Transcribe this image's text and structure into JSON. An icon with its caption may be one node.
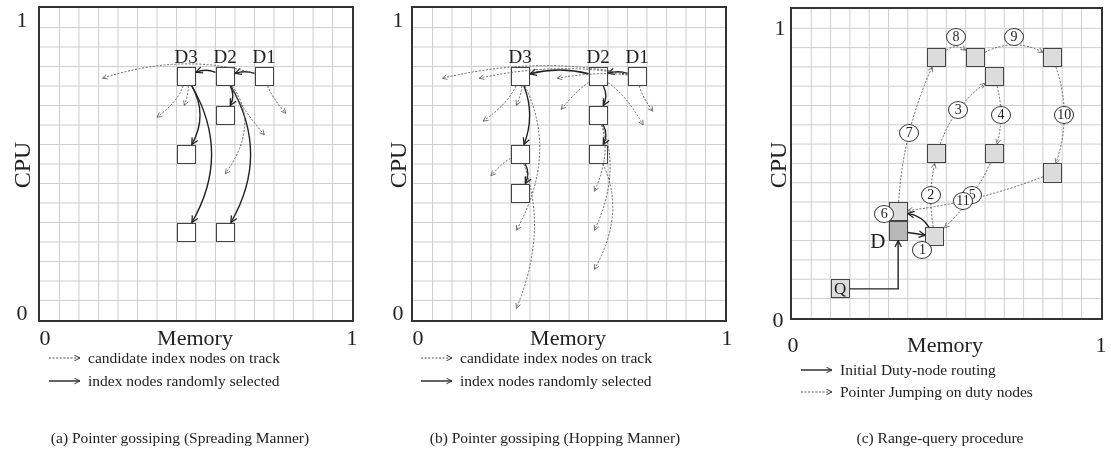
{
  "diagram": {
    "nodes": [
      {
        "text": [],
        "shape": "box"
      },
      {
        "text": [
          "D3"
        ],
        "in": 0
      },
      {
        "text": [
          "D2"
        ],
        "in": 0
      },
      {
        "text": [
          "D1"
        ],
        "in": 0
      },
      {
        "text": [],
        "shape": "box",
        "in": 0
      },
      {
        "text": [],
        "shape": "box",
        "in": 0
      },
      {
        "text": [],
        "shape": "box",
        "in": 0
      },
      {
        "text": [],
        "shape": "box",
        "in": 0
      },
      {
        "text": [],
        "shape": "box"
      },
      {
        "text": [
          "D3"
        ],
        "in": 8
      },
      {
        "text": [
          "D2"
        ],
        "in": 8
      },
      {
        "text": [
          "D1"
        ],
        "in": 8
      },
      {
        "text": [],
        "shape": "box",
        "in": 8
      },
      {
        "text": [],
        "shape": "box",
        "in": 8
      },
      {
        "text": [],
        "shape": "box",
        "in": 8
      },
      {
        "text": [],
        "shape": "box",
        "in": 8
      },
      {
        "text": [],
        "shape": "box"
      },
      {
        "text": [],
        "shape": "box",
        "in": 16
      },
      {
        "text": [],
        "shape": "box",
        "in": 16
      },
      {
        "text": [],
        "shape": "box",
        "in": 16
      },
      {
        "text": [],
        "shape": "box",
        "in": 16
      },
      {
        "text": [],
        "shape": "box",
        "in": 16
      },
      {
        "text": [],
        "shape": "box",
        "in": 16
      },
      {
        "text": [],
        "shape": "box",
        "in": 16
      },
      {
        "text": [],
        "shape": "box",
        "in": 16
      },
      {
        "text": [
          "D"
        ],
        "in": 16
      },
      {
        "text": [],
        "shape": "box",
        "in": 16
      },
      {
        "text": [
          "Q"
        ],
        "in": 16
      }
    ],
    "edges": [
      {
        "from": 3,
        "to": 2,
        "arrow": "to"
      },
      {
        "from": 2,
        "to": 1,
        "arrow": "to"
      },
      {
        "from": 1,
        "to": 5,
        "arrow": "to"
      },
      {
        "from": 1,
        "to": 6,
        "arrow": "to"
      },
      {
        "from": 2,
        "to": 4,
        "arrow": "to"
      },
      {
        "from": 2,
        "to": 7,
        "arrow": "to"
      },
      {
        "from": 3,
        "to": null,
        "arrow": "to",
        "style": "dashed"
      },
      {
        "from": 3,
        "to": null,
        "arrow": "to",
        "style": "dashed"
      },
      {
        "from": 1,
        "to": null,
        "arrow": "to",
        "style": "dashed"
      },
      {
        "from": 1,
        "to": null,
        "arrow": "to",
        "style": "dashed"
      },
      {
        "from": 2,
        "to": null,
        "arrow": "to",
        "style": "dashed"
      },
      {
        "from": 2,
        "to": null,
        "arrow": "to",
        "style": "dashed"
      },
      {
        "from": 11,
        "to": 10,
        "arrow": "to"
      },
      {
        "from": 10,
        "to": 9,
        "arrow": "to"
      },
      {
        "from": 9,
        "to": 12,
        "arrow": "to"
      },
      {
        "from": 12,
        "to": 15,
        "arrow": "to"
      },
      {
        "from": 10,
        "to": 13,
        "arrow": "to"
      },
      {
        "from": 13,
        "to": 14,
        "arrow": "to"
      },
      {
        "from": 11,
        "to": null,
        "arrow": "to",
        "style": "dashed"
      },
      {
        "from": 11,
        "to": null,
        "arrow": "to",
        "style": "dashed"
      },
      {
        "from": 11,
        "to": null,
        "arrow": "to",
        "style": "dashed"
      },
      {
        "from": 11,
        "to": null,
        "arrow": "to",
        "style": "dashed"
      },
      {
        "from": 9,
        "to": null,
        "arrow": "to",
        "style": "dashed"
      },
      {
        "from": 9,
        "to": null,
        "arrow": "to",
        "style": "dashed"
      },
      {
        "from": 12,
        "to": null,
        "arrow": "to",
        "style": "dashed"
      },
      {
        "from": 9,
        "to": null,
        "arrow": "to",
        "style": "dashed"
      },
      {
        "from": 12,
        "to": null,
        "arrow": "to",
        "style": "dashed"
      },
      {
        "from": 10,
        "to": null,
        "arrow": "to",
        "style": "dashed"
      },
      {
        "from": 10,
        "to": null,
        "arrow": "to",
        "style": "dashed"
      },
      {
        "from": 13,
        "to": null,
        "arrow": "to",
        "style": "dashed"
      },
      {
        "from": 13,
        "to": null,
        "arrow": "to",
        "style": "dashed"
      },
      {
        "from": 14,
        "to": null,
        "arrow": "to",
        "style": "dashed"
      },
      {
        "from": 27,
        "to": 25,
        "arrow": "to"
      },
      {
        "from": 25,
        "to": 26,
        "arrow": "to",
        "label": "1"
      },
      {
        "from": 26,
        "to": 21,
        "arrow": "to",
        "label": "2",
        "style": "dashed"
      },
      {
        "from": 21,
        "to": 20,
        "arrow": "to",
        "label": "3",
        "style": "dashed"
      },
      {
        "from": 20,
        "to": 22,
        "arrow": "to",
        "label": "4",
        "style": "dashed"
      },
      {
        "from": 22,
        "to": 26,
        "arrow": "to",
        "label": "5",
        "style": "dashed"
      },
      {
        "from": 26,
        "to": 24,
        "arrow": "to",
        "label": "6"
      },
      {
        "from": 24,
        "to": 17,
        "arrow": "to",
        "label": "7",
        "style": "dashed"
      },
      {
        "from": 17,
        "to": 18,
        "arrow": "to",
        "label": "8",
        "style": "dashed"
      },
      {
        "from": 18,
        "to": 19,
        "arrow": "to",
        "label": "9",
        "style": "dashed"
      },
      {
        "from": 19,
        "to": 23,
        "arrow": "to",
        "label": "10",
        "style": "dashed"
      },
      {
        "from": 23,
        "to": 24,
        "arrow": "to",
        "label": "11",
        "style": "dashed"
      }
    ],
    "labels": [
      "1",
      "CPU",
      "0",
      "0",
      "Memory",
      "1",
      "1",
      "CPU",
      "0",
      "0",
      "Memory",
      "1",
      "1",
      "CPU",
      "0",
      "0",
      "Memory",
      "1",
      "(a) Pointer gossiping (Spreading Manner)",
      "(b) Pointer gossiping (Hopping Manner)",
      "(c) Range-query procedure"
    ],
    "legend": [
      {
        "text": "candidate index nodes on track"
      },
      {
        "text": "index nodes randomly selected"
      },
      {
        "text": "candidate index nodes on track"
      },
      {
        "text": "index nodes randomly selected"
      },
      {
        "text": "Initial Duty-node routing"
      },
      {
        "text": "Pointer Jumping on duty nodes"
      }
    ]
  }
}
